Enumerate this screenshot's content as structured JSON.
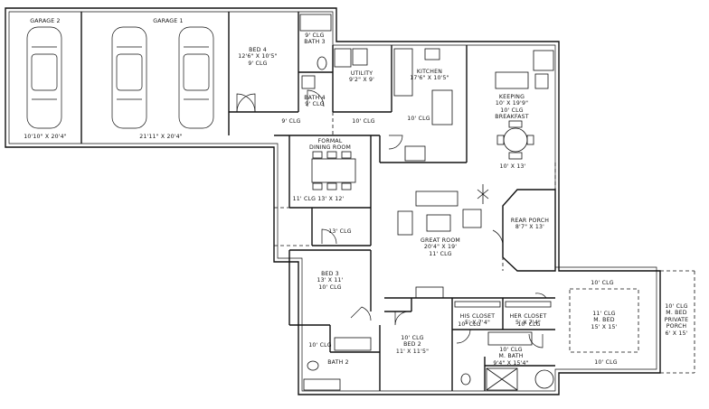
{
  "rooms": {
    "garage2": {
      "name": "GARAGE 2",
      "size": "10'10\" X 20'4\""
    },
    "garage1": {
      "name": "GARAGE 1",
      "size": "21'11\" X 20'4\""
    },
    "bed4": {
      "name": "BED 4",
      "size": "12'6\" X 10'5\"",
      "ceiling": "9' CLG"
    },
    "bath3": {
      "ceiling": "9' CLG",
      "name": "BATH 3"
    },
    "bath4": {
      "name": "BATH 4",
      "ceiling": "9' CLG"
    },
    "utility": {
      "name": "UTILITY",
      "size": "9'2\" X 9'"
    },
    "kitchen": {
      "name": "KITCHEN",
      "size": "17'6\" X 10'5\""
    },
    "keeping": {
      "name": "KEEPING",
      "size": "10' X 19'9\"",
      "ceiling": "10' CLG",
      "sub": "BREAKFAST"
    },
    "hall_upper": {
      "ceiling": "9' CLG"
    },
    "utility_lower": {
      "ceiling": "10' CLG"
    },
    "kitchen_lower": {
      "ceiling": "10' CLG"
    },
    "breakfast": {
      "size": "10' X 13'"
    },
    "dining": {
      "name_1": "FORMAL",
      "name_2": "DINING ROOM",
      "ceiling_size": "11' CLG 13' X 12'"
    },
    "foyer": {
      "ceiling": "13' CLG"
    },
    "great_room": {
      "name": "GREAT ROOM",
      "size": "20'4\" X 19'",
      "ceiling": "11' CLG"
    },
    "rear_porch": {
      "name": "REAR PORCH",
      "size": "8'7\" X 13'"
    },
    "bed3": {
      "name": "BED 3",
      "size": "13' X 11'",
      "ceiling": "10' CLG"
    },
    "bath2": {
      "name": "BATH 2",
      "ceiling": "10' CLG"
    },
    "bed2": {
      "ceiling": "10' CLG",
      "name": "BED 2",
      "size": "11' X 11'5\""
    },
    "his_closet": {
      "name": "HIS CLOSET",
      "size": "5' X 7'4\""
    },
    "her_closet": {
      "name": "HER CLOSET",
      "size": "5' X 7'4\""
    },
    "closet_ceiling": {
      "left": "10' CLG",
      "right": "10' CLG"
    },
    "m_bath": {
      "ceiling": "10' CLG",
      "name": "M. BATH",
      "size": "9'4\" X 15'4\""
    },
    "m_bed": {
      "ceiling_top": "10' CLG",
      "ceiling": "11' CLG",
      "name": "M. BED",
      "size": "15' X 15'",
      "ceiling_bottom": "10' CLG"
    },
    "private_porch": {
      "ceiling": "10' CLG",
      "name_1": "M. BED",
      "name_2": "PRIVATE",
      "name_3": "PORCH",
      "size": "6' X 15'"
    }
  }
}
